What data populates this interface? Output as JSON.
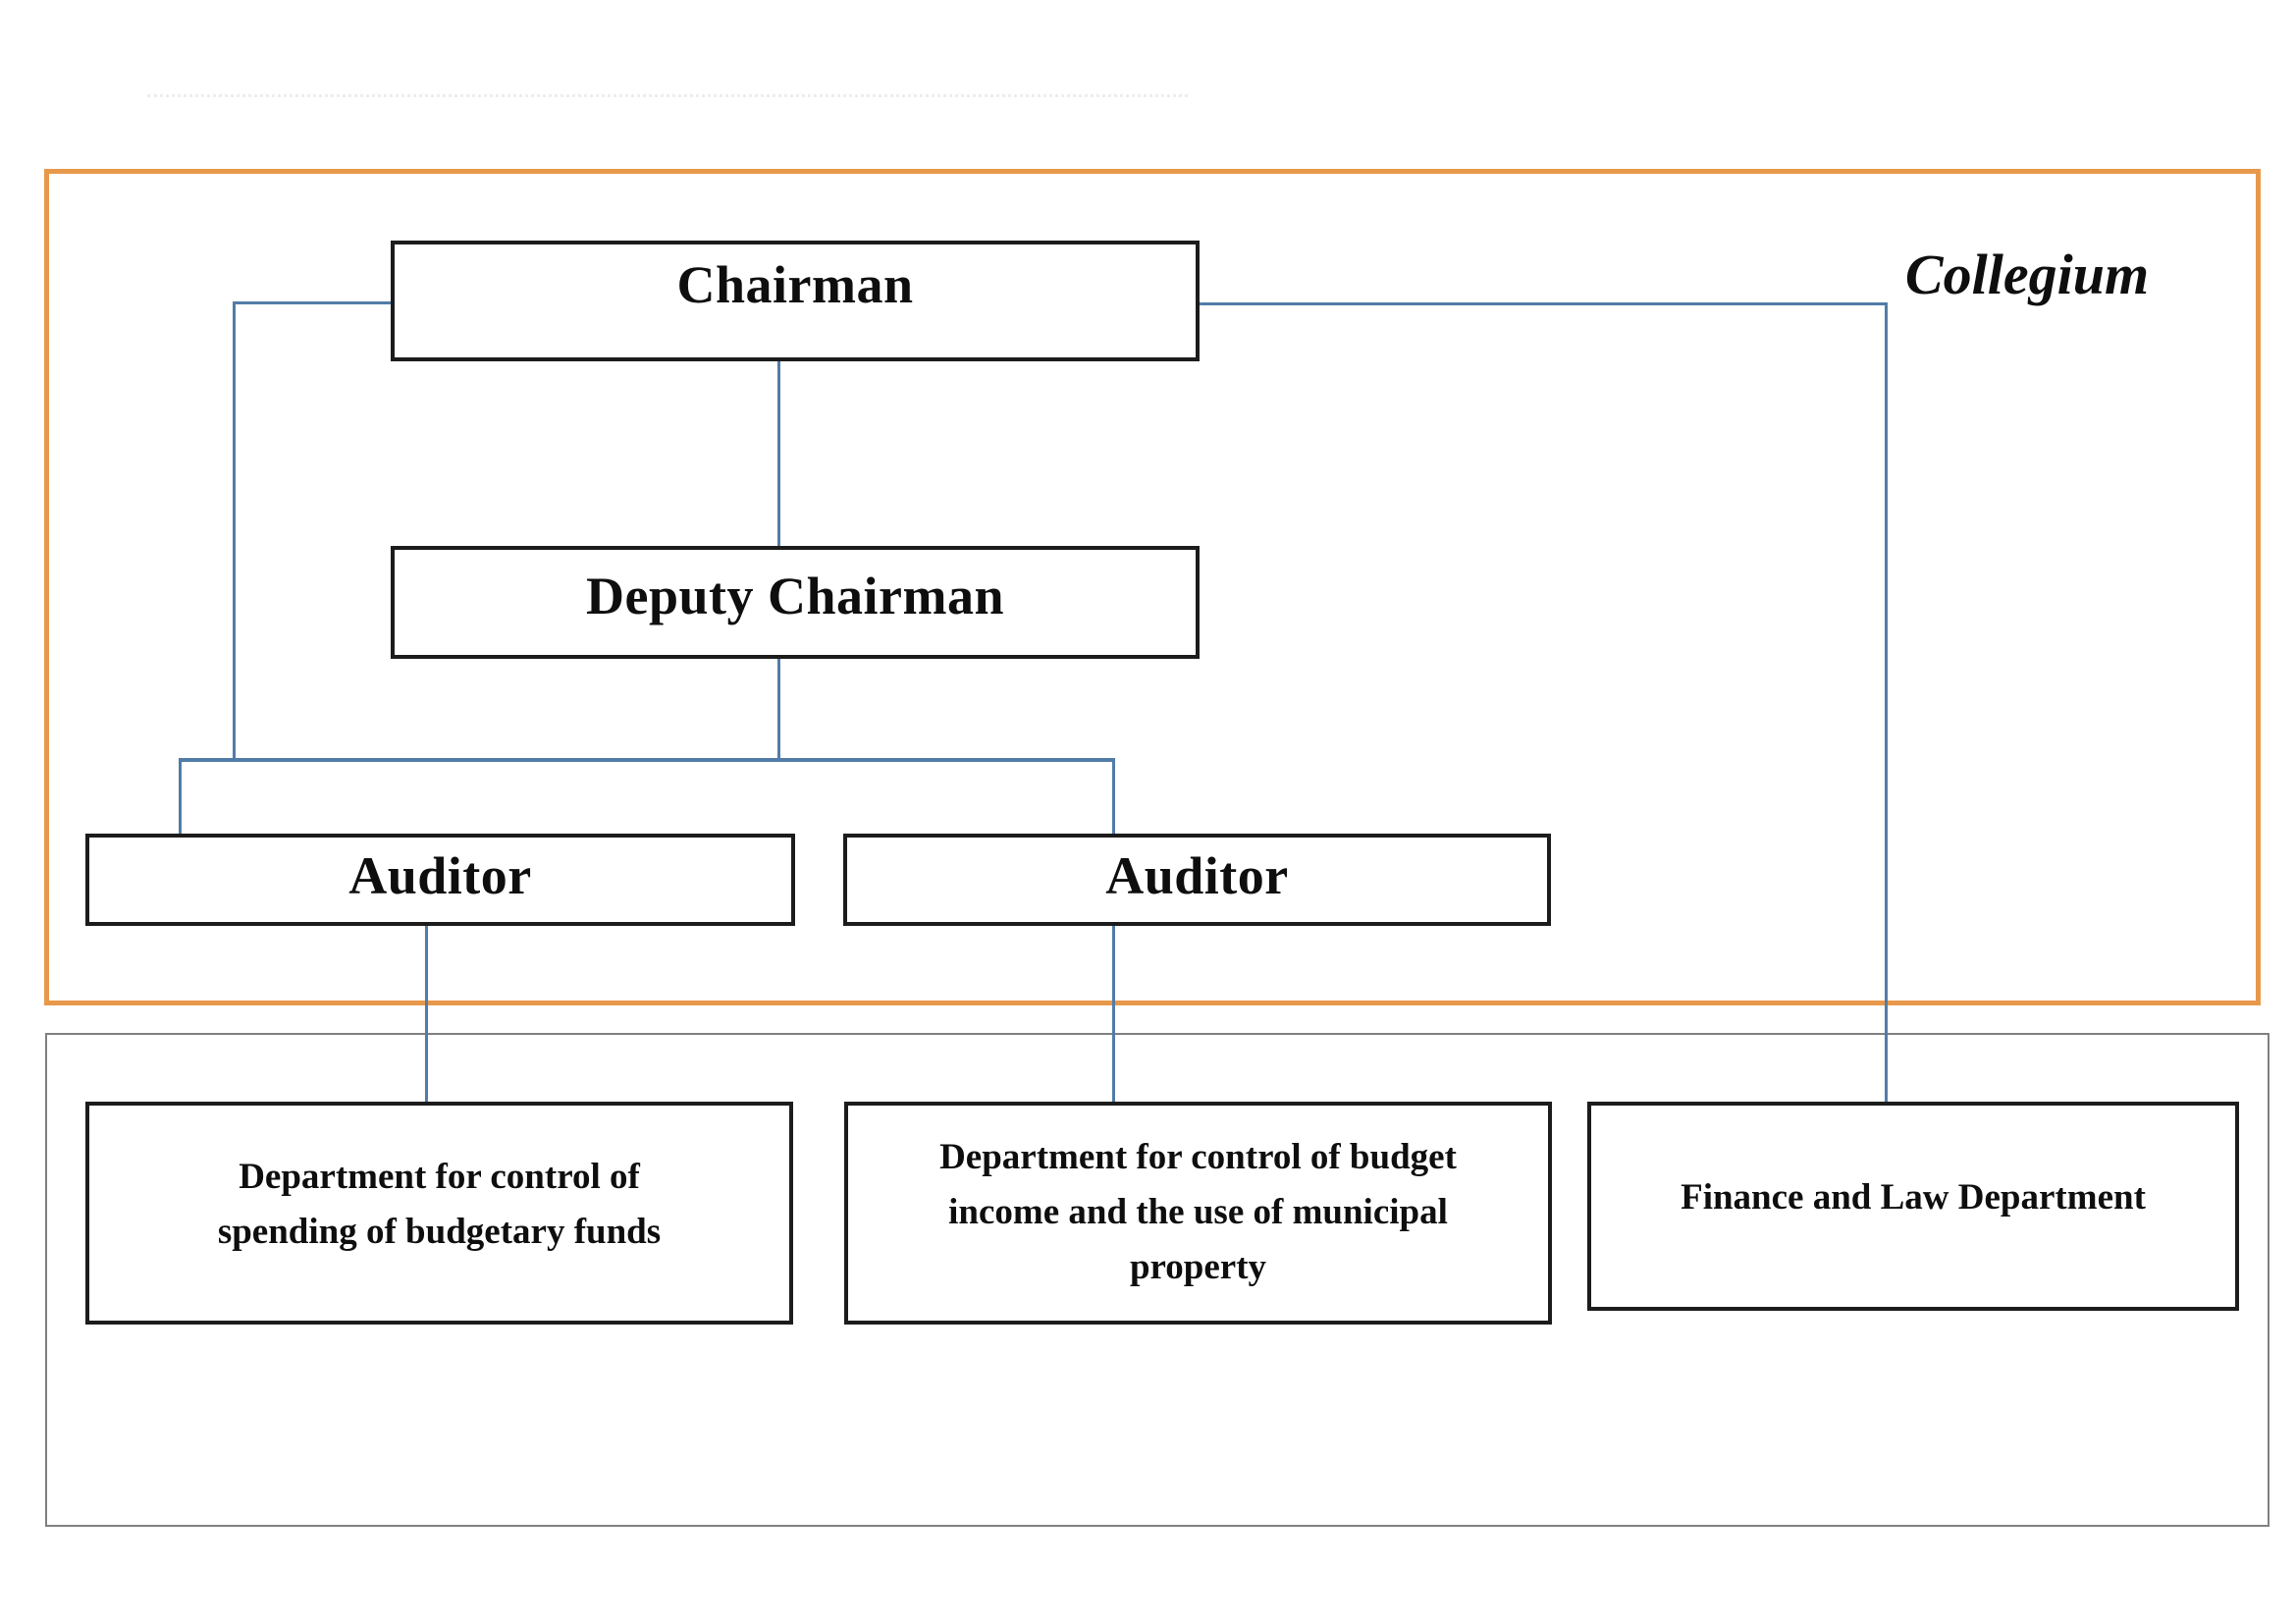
{
  "colors": {
    "orange": "#E8984A",
    "blue": "#527CA8",
    "grayline": "#808080",
    "boxborder": "#1C1C1C",
    "ink": "#0E0E0E"
  },
  "collegium": {
    "label": "Collegium"
  },
  "org": {
    "chairman": "Chairman",
    "deputy_chairman": "Deputy Chairman",
    "auditor_left": "Auditor",
    "auditor_right": "Auditor",
    "departments": [
      {
        "lines": [
          "Department for control of",
          "spending of budgetary funds"
        ]
      },
      {
        "lines": [
          "Department for control of budget",
          "income and the use of municipal",
          "property"
        ]
      },
      {
        "lines": [
          "Finance and Law Department"
        ]
      }
    ]
  }
}
